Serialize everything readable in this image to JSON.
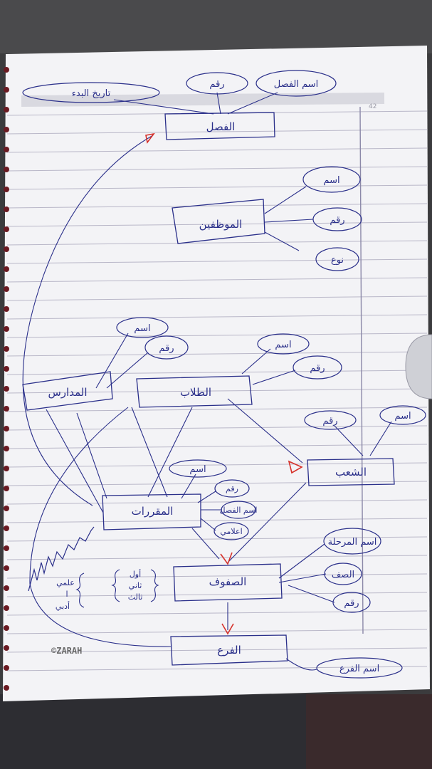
{
  "watermark": "©ZARAH",
  "margin_page_num": "42",
  "colors": {
    "ink": "#2a2f8a",
    "accent_arrow": "#d6322b",
    "paper": "#f3f3f6",
    "rule": "#b9b7c8"
  },
  "entities": {
    "semester": "الفصل",
    "staff": "الموظفين",
    "schools": "المدارس",
    "students": "الطلاب",
    "division": "الشعب",
    "courses": "المقررات",
    "classes": "الصفوف",
    "branch": "الفرع"
  },
  "attributes": {
    "semester_start": "تاريخ البدء",
    "semester_no": "رقم",
    "semester_name": "اسم الفصل",
    "staff_name": "اسم",
    "staff_no": "رقم",
    "staff_type": "نوع",
    "schools_name": "اسم",
    "schools_no": "رقم",
    "students_name": "اسم",
    "students_no": "رقم",
    "division_no": "رقم",
    "division_name": "اسم",
    "courses_name": "اسم",
    "courses_no": "رقم",
    "courses_sem": "اسم الفصل",
    "courses_level": "اعلامي",
    "classes_level_name": "اسم المرحلة",
    "classes_type": "الصف",
    "classes_no": "رقم",
    "branch_name": "اسم الفرع"
  },
  "notes": {
    "grades": [
      "أول",
      "ثاني",
      "ثالث"
    ],
    "tracks": [
      "علمي",
      "ا",
      "أدبي"
    ]
  }
}
